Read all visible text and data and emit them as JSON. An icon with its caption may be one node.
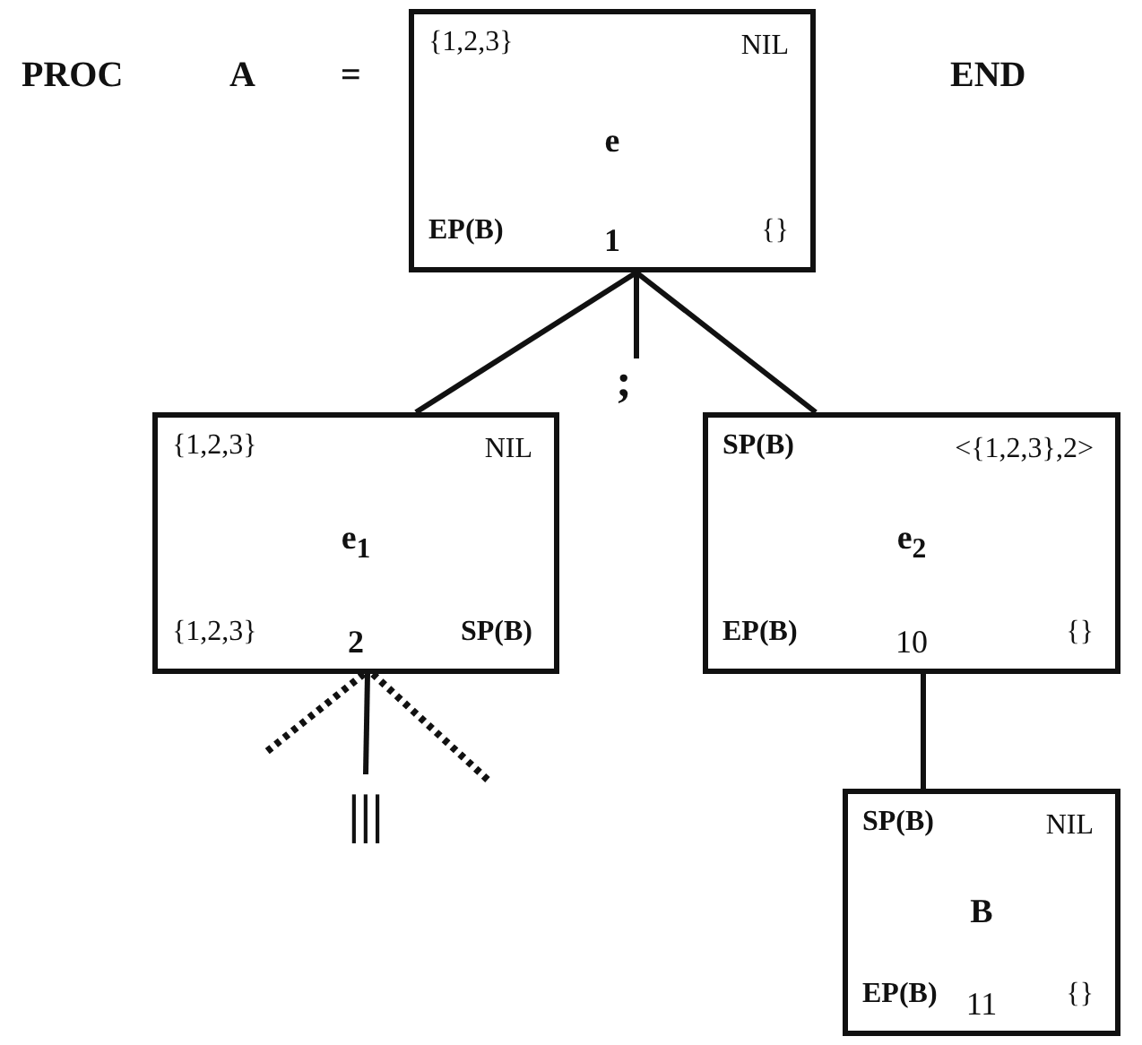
{
  "diagram": {
    "nodes": [
      {
        "text": [
          "{1,2,3}",
          "NIL",
          "e",
          "EP(B)",
          "1",
          "{}"
        ]
      },
      {
        "text": [
          ";"
        ]
      },
      {
        "text": [
          "{1,2,3}",
          "NIL",
          "e$_{1}$",
          "{1,2,3}",
          "2",
          "SP(B)"
        ]
      },
      {
        "text": [
          "SP(B)",
          "<{1,2,3},2>",
          "e$_{2}$",
          "EP(B)",
          "10",
          "{}"
        ]
      },
      {
        "text": [
          "|||"
        ]
      },
      {
        "text": [
          "SP(B)",
          "NIL",
          "B",
          "EP(B)",
          "11",
          "{}"
        ]
      }
    ],
    "edges": [
      {
        "from": 0,
        "to": 2,
        "arrow": "none"
      },
      {
        "from": 0,
        "to": 1,
        "arrow": "none"
      },
      {
        "from": 0,
        "to": 3,
        "arrow": "none"
      },
      {
        "from": 2,
        "to": null,
        "arrow": "none",
        "style": "dashed"
      },
      {
        "from": 2,
        "to": 4,
        "arrow": "none"
      },
      {
        "from": 2,
        "to": null,
        "arrow": "none",
        "style": "dashed"
      },
      {
        "from": 3,
        "to": 5,
        "arrow": "none"
      }
    ],
    "labels": [
      "PROC",
      "A",
      "=",
      "END"
    ]
  }
}
